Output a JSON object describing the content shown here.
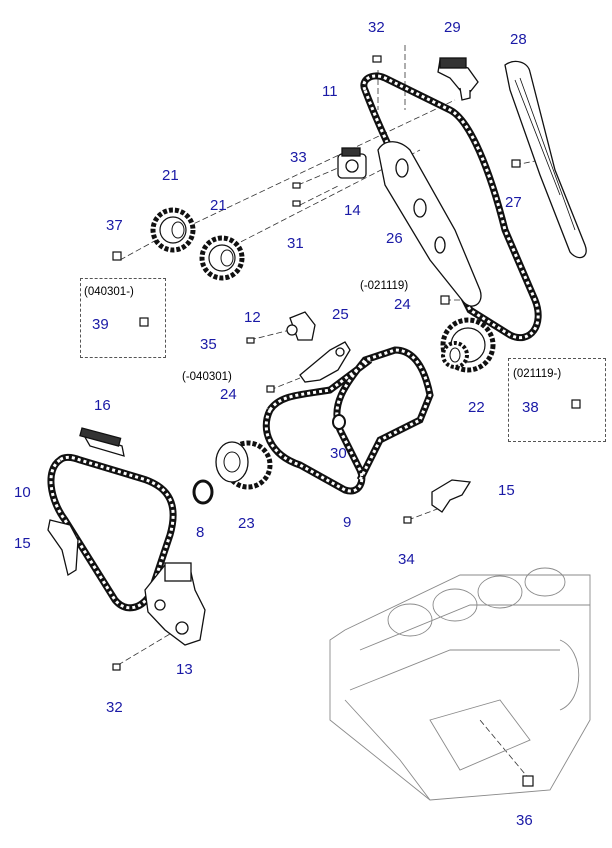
{
  "callouts": {
    "c32a": "32",
    "c29": "29",
    "c28": "28",
    "c11": "11",
    "c33": "33",
    "c14": "14",
    "c27": "27",
    "c21a": "21",
    "c21b": "21",
    "c37": "37",
    "c31": "31",
    "c26": "26",
    "c24a": "24",
    "c12": "12",
    "c25": "25",
    "c39": "39",
    "c35": "35",
    "c24b": "24",
    "c22": "22",
    "c38": "38",
    "c16": "16",
    "c30": "30",
    "c10": "10",
    "c15a": "15",
    "c8": "8",
    "c23": "23",
    "c9": "9",
    "c15b": "15",
    "c34": "34",
    "c13": "13",
    "c32b": "32",
    "c36": "36"
  },
  "notes": {
    "n021119a": "(-021119)",
    "n040301a": "(040301-)",
    "n040301b": "(-040301)",
    "n021119b": "(021119-)"
  },
  "colors": {
    "callout": "#1a1aa6",
    "line": "#000000",
    "ghost": "#8a8a8a"
  }
}
